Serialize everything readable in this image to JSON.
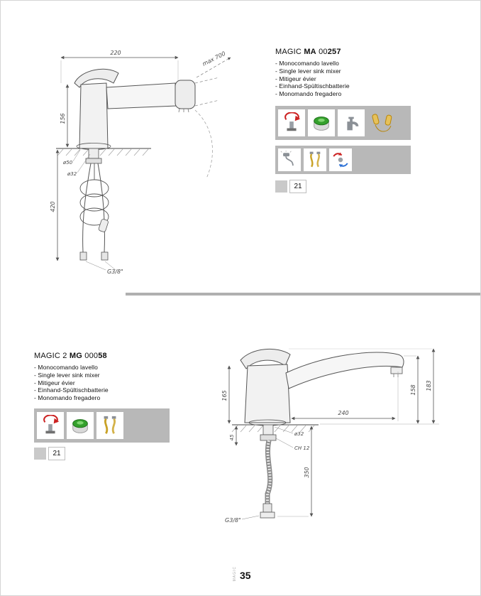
{
  "page": {
    "footer_page_number": "35",
    "footer_series_label": "MAGIC"
  },
  "colors": {
    "strip_background": "#b8b8b8",
    "icon_red": "#cc2222",
    "icon_green": "#34a02c",
    "icon_gold": "#c9a227",
    "icon_blue": "#2a6fd6"
  },
  "top_product": {
    "title": {
      "brand": "MAGIC ",
      "code_bold": "MA",
      "code_mid": " 00",
      "code_num": "257"
    },
    "descriptions": [
      "- Monocomando lavello",
      "- Single lever sink mixer",
      "- Mitigeur évier",
      "- Einhand-Spültischbatterie",
      "- Monomando fregadero"
    ],
    "feature_icons_row1": [
      "swivel-spout-icon",
      "ceramic-cartridge-icon",
      "sink-mixer-icon",
      "pullout-spray-icon"
    ],
    "feature_icons_row2": [
      "shower-hose-icon",
      "flexible-hoses-icon",
      "hot-cold-mixing-icon"
    ],
    "page_ref": "21",
    "dims": {
      "projection": "220",
      "extraction": "max 700",
      "height": "156",
      "escutcheon": "ø50",
      "hole": "ø32",
      "below_deck": "420",
      "thread": "G3/8\""
    }
  },
  "bottom_product": {
    "title": {
      "brand": "MAGIC 2 ",
      "code_bold": "MG",
      "code_mid": " 000",
      "code_num": "58"
    },
    "descriptions": [
      "- Monocomando lavello",
      "- Single lever sink mixer",
      "- Mitigeur évier",
      "- Einhand-Spültischbatterie",
      "- Monomando fregadero"
    ],
    "feature_icons": [
      "swivel-spout-icon",
      "ceramic-cartridge-icon",
      "flexible-hoses-icon"
    ],
    "page_ref": "21",
    "dims": {
      "height": "165",
      "shank": "45",
      "reach": "240",
      "spout_height": "158",
      "total_height": "183",
      "hole": "ø32",
      "wrench": "CH 12",
      "hose_length": "350",
      "thread": "G3/8\""
    }
  }
}
